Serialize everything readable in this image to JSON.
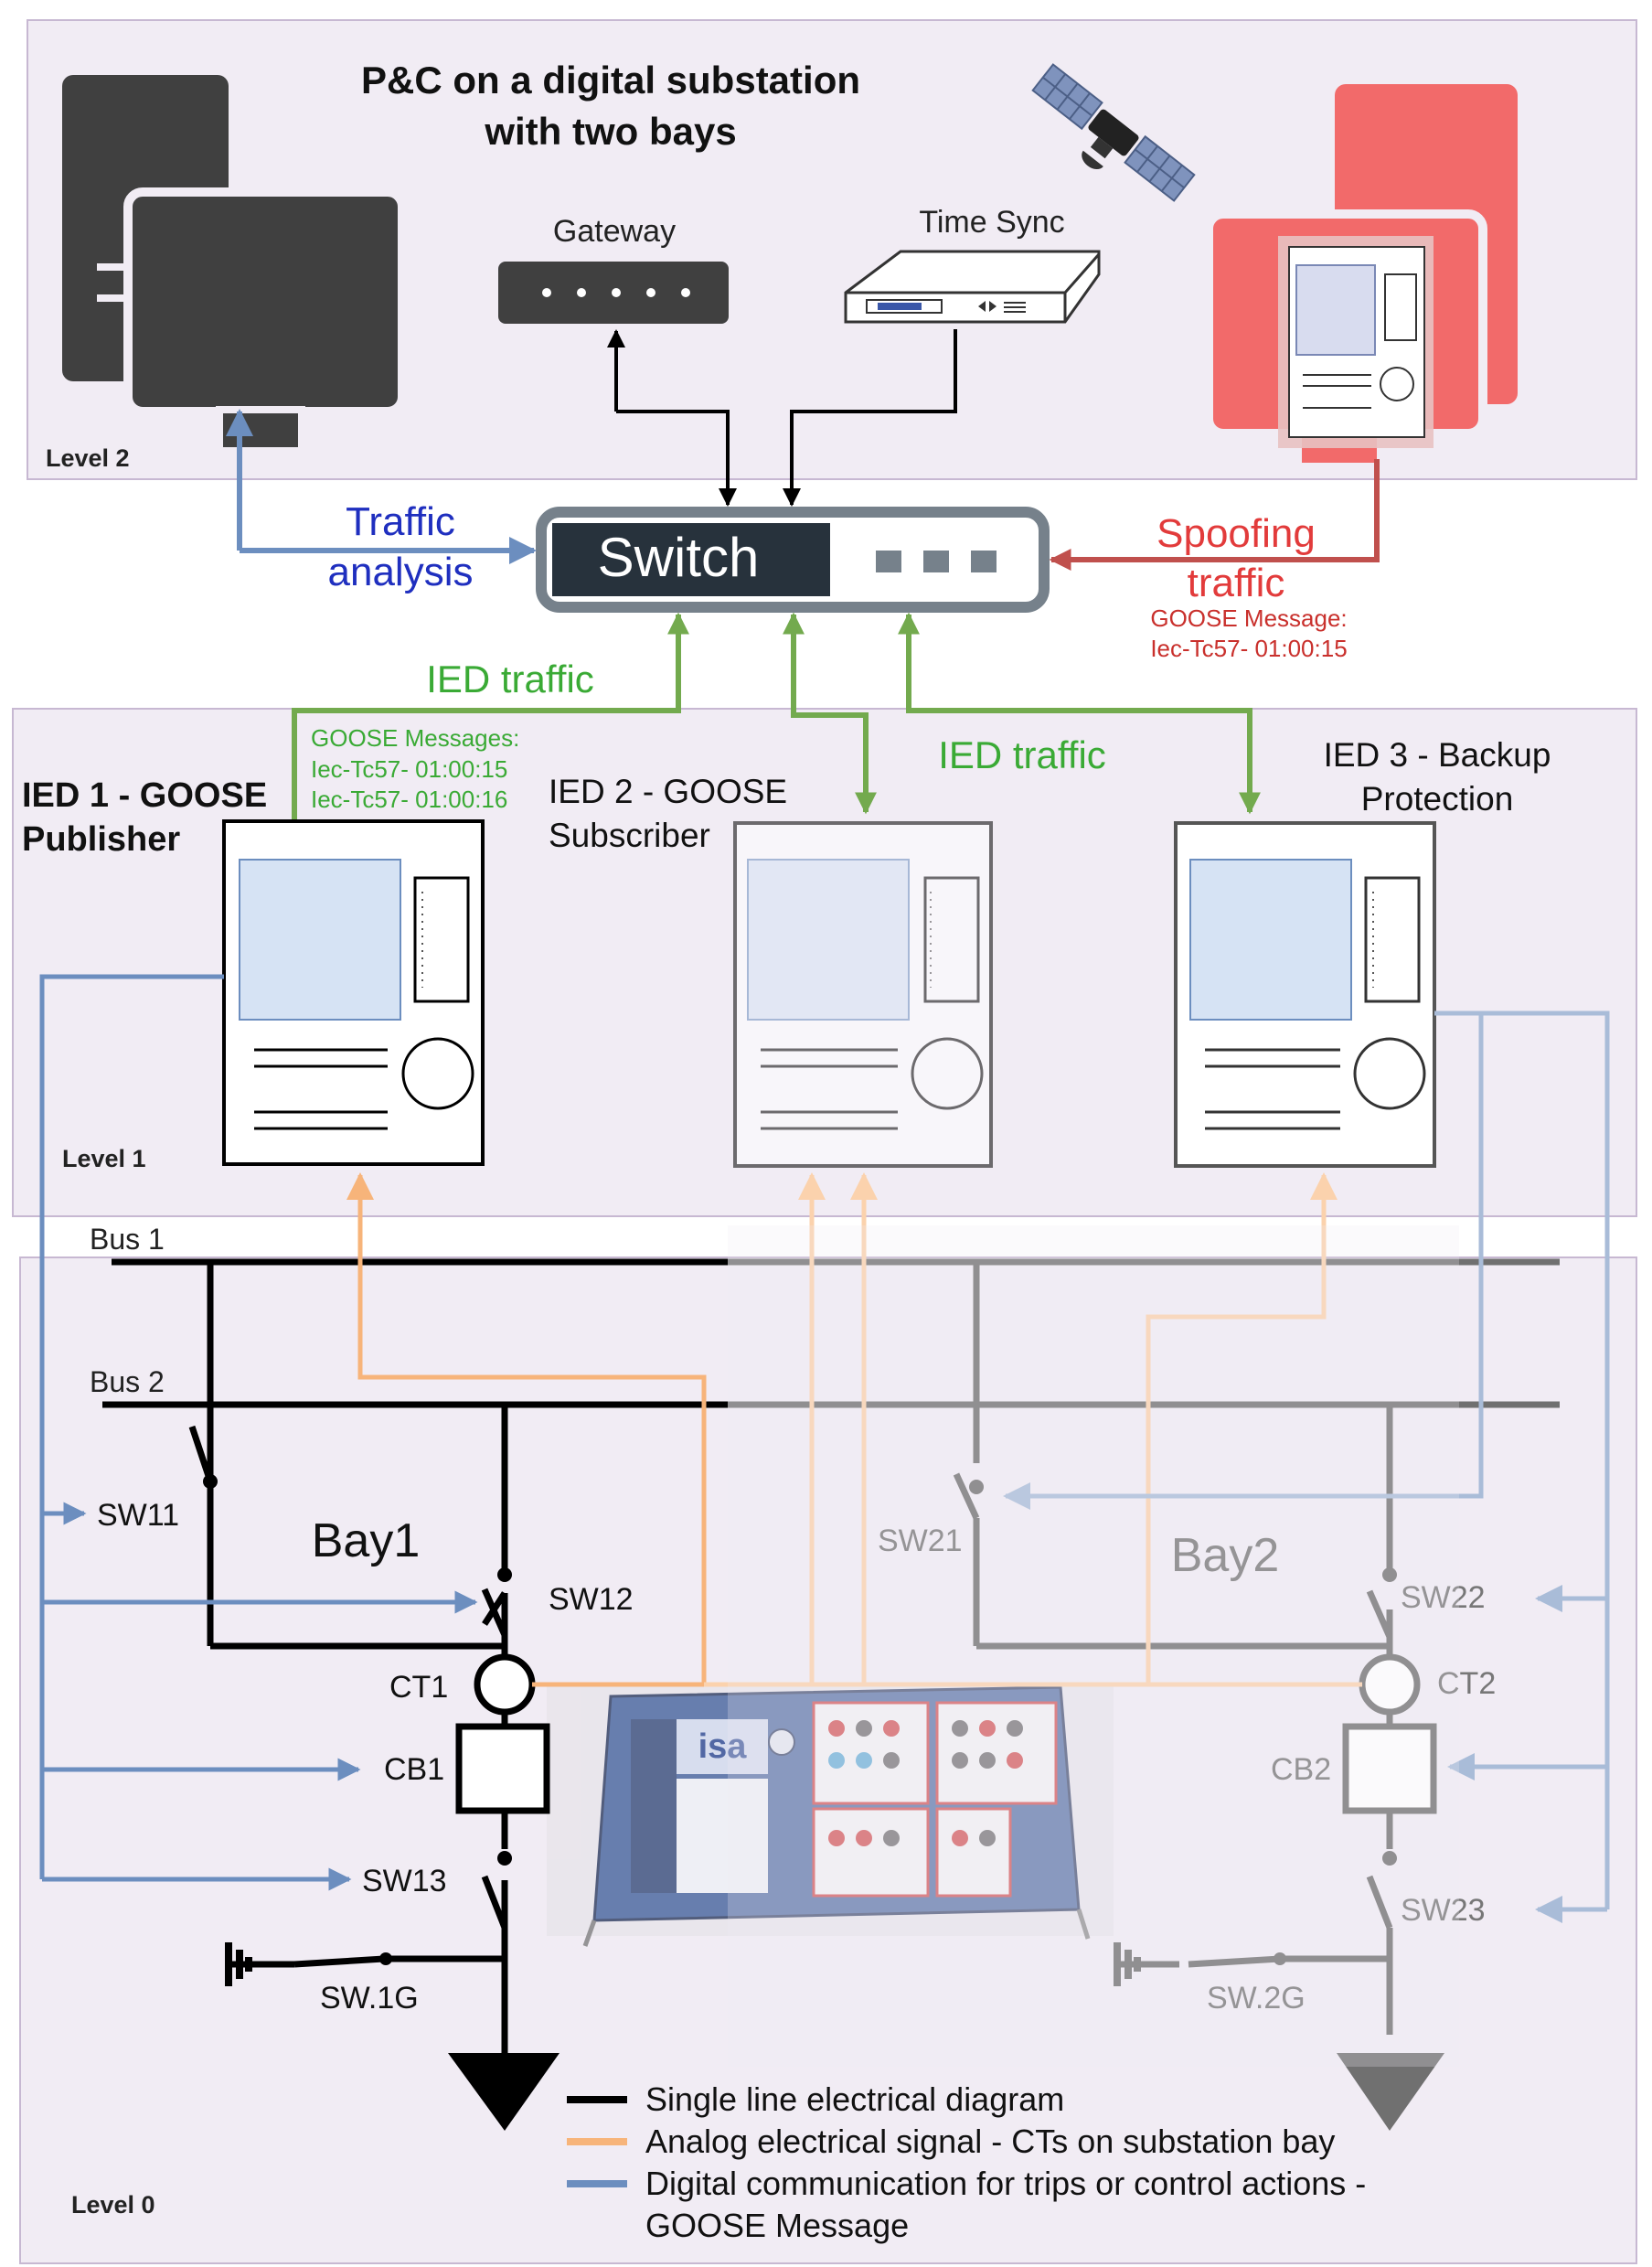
{
  "title": {
    "line1": "P&C on a digital substation",
    "line2": "with two bays"
  },
  "levels": {
    "level2": "Level 2",
    "level1": "Level 1",
    "level0": "Level 0"
  },
  "network": {
    "gateway": "Gateway",
    "time_sync": "Time Sync",
    "switch": "Switch",
    "traffic_analysis_1": "Traffic",
    "traffic_analysis_2": "analysis",
    "spoofing_1": "Spoofing",
    "spoofing_2": "traffic",
    "spoof_msg_1": "GOOSE Message:",
    "spoof_msg_2": "Iec-Tc57- 01:00:15",
    "ied_traffic_1": "IED traffic",
    "ied_traffic_2": "IED traffic",
    "goose_msgs_1": "GOOSE Messages:",
    "goose_msgs_2": "Iec-Tc57- 01:00:15",
    "goose_msgs_3": "Iec-Tc57- 01:00:16"
  },
  "ieds": {
    "ied1_1": "IED 1 - GOOSE",
    "ied1_2": "Publisher",
    "ied2_1": "IED 2 - GOOSE",
    "ied2_2": "Subscriber",
    "ied3_1": "IED 3 - Backup",
    "ied3_2": "Protection"
  },
  "substation": {
    "bus1": "Bus 1",
    "bus2": "Bus 2",
    "bay1": "Bay1",
    "bay2": "Bay2",
    "sw11": "SW11",
    "sw12": "SW12",
    "ct1": "CT1",
    "cb1": "CB1",
    "sw13": "SW13",
    "sw1g": "SW.1G",
    "sw21": "SW21",
    "sw22": "SW22",
    "ct2": "CT2",
    "cb2": "CB2",
    "sw23": "SW23",
    "sw2g": "SW.2G",
    "test_set_logo": "isa"
  },
  "legend": {
    "item1": "Single line electrical diagram",
    "item2": "Analog electrical signal - CTs on substation bay",
    "item3_1": "Digital communication for trips or control actions -",
    "item3_2": "GOOSE Message"
  },
  "colors": {
    "panel_fill": "#f1ecf4",
    "panel_stroke": "#c7b8d2",
    "dark_device": "#404040",
    "attacker": "#f26a6a",
    "switch_dark": "#27323c",
    "switch_frame": "#76818b",
    "electrical": "#000000",
    "analog": "#f7b47a",
    "digital": "#6c8ebf",
    "network_green": "#73aa4e",
    "blue_text": "#1f2fbf",
    "red_text": "#e23b3b",
    "dark_red_text": "#c9302c",
    "green_text": "#3aaa35"
  }
}
